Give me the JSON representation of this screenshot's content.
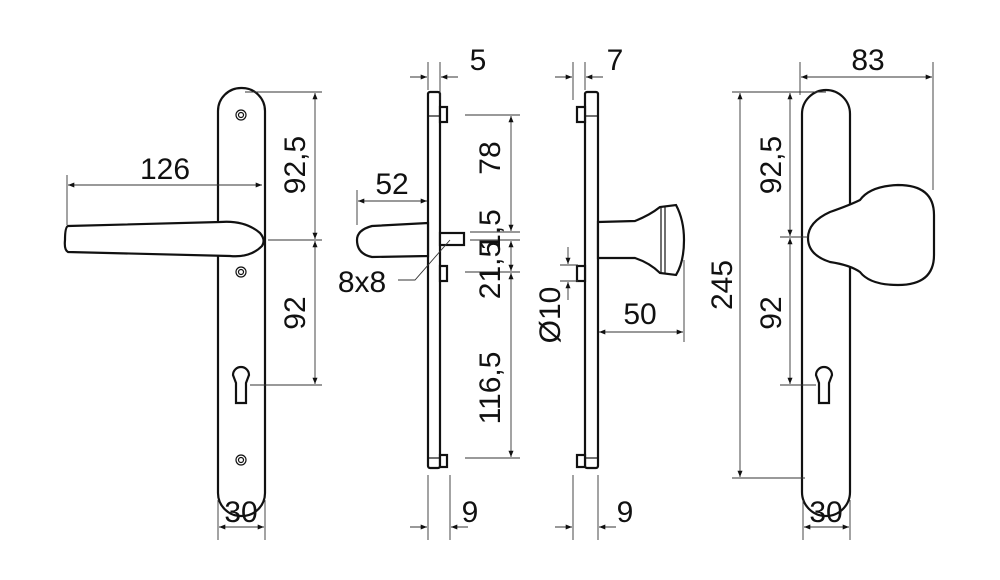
{
  "front_view_lever": {
    "width": "126",
    "top_to_axis": "92,5",
    "axis_to_cylinder": "92",
    "plate_width": "30"
  },
  "side_view_lever": {
    "plate_thickness": "5",
    "lever_projection": "52",
    "spindle": "8x8",
    "top_to_spindle": "78",
    "spindle_offset": "1,5",
    "spindle_to_screw": "21,5",
    "screw_to_bottom": "116,5",
    "base_depth": "9"
  },
  "side_view_knob": {
    "plate_thickness": "7",
    "screw_diameter": "Ø10",
    "knob_projection": "50",
    "base_depth": "9"
  },
  "front_view_knob": {
    "width": "83",
    "total_height": "245",
    "top_to_axis": "92,5",
    "axis_to_cylinder": "92",
    "plate_width": "30"
  }
}
